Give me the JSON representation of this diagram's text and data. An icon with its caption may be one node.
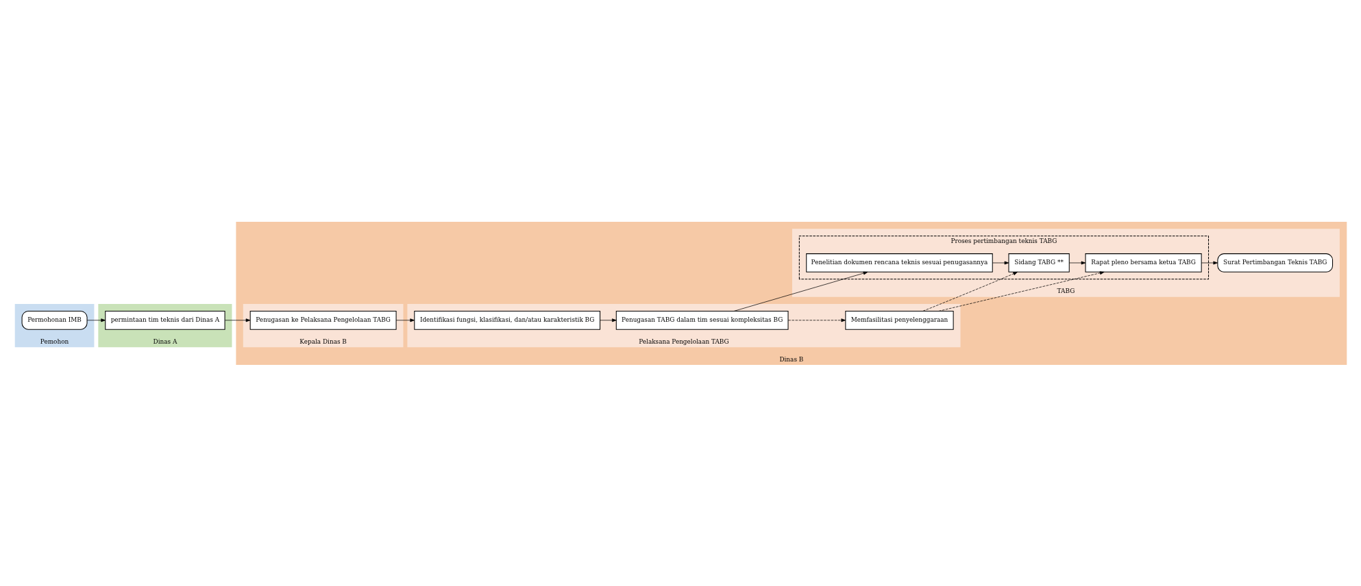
{
  "diagram": {
    "nodes": [
      {
        "text": [
          "Pemohon"
        ]
      },
      {
        "text": [
          "Permohonan IMB"
        ],
        "in": 0
      },
      {
        "text": [
          "Dinas A"
        ]
      },
      {
        "text": [
          "permintaan tim teknis dari Dinas A"
        ],
        "in": 2
      },
      {
        "text": [
          "Dinas B"
        ]
      },
      {
        "text": [
          "Kepala Dinas B"
        ],
        "in": 4
      },
      {
        "text": [
          "Penugasan ke Pelaksana Pengelolaan TABG"
        ],
        "in": 5
      },
      {
        "text": [
          "Pelaksana Pengelolaan TABG"
        ],
        "in": 4
      },
      {
        "text": [
          "Identifikasi fungsi, klasifikasi, dan/atau karakteristik BG"
        ],
        "in": 7
      },
      {
        "text": [
          "Penugasan TABG dalam tim sesuai kompleksitas BG"
        ],
        "in": 7
      },
      {
        "text": [
          "Memfasilitasi penyelenggaraan"
        ],
        "in": 7
      },
      {
        "text": [
          "TABG"
        ],
        "in": 4
      },
      {
        "text": [
          "Proses pertimbangan teknis TABG"
        ],
        "in": 11
      },
      {
        "text": [
          "Rapat pleno bersama ketua TABG"
        ],
        "in": 12
      },
      {
        "text": [
          "Sidang TABG **"
        ],
        "in": 12
      },
      {
        "text": [
          "Penelitian dokumen rencana teknis sesuai penugasannya"
        ],
        "in": 12
      },
      {
        "text": [
          "Surat Pertimbangan Teknis TABG"
        ],
        "in": 11
      }
    ],
    "edges": [
      {
        "from": 1,
        "to": 3,
        "arrow": "to"
      },
      {
        "from": 3,
        "to": 6,
        "arrow": "to"
      },
      {
        "from": 6,
        "to": 8,
        "arrow": "to"
      },
      {
        "from": 8,
        "to": 9,
        "arrow": "to"
      },
      {
        "from": 9,
        "to": 15,
        "arrow": "to"
      },
      {
        "from": 9,
        "to": 10,
        "arrow": "to",
        "style": "dashed"
      },
      {
        "from": 10,
        "to": 13,
        "arrow": "to",
        "style": "dashed"
      },
      {
        "from": 10,
        "to": 14,
        "arrow": "to",
        "style": "dashed"
      },
      {
        "from": 15,
        "to": 14,
        "arrow": "to"
      },
      {
        "from": 14,
        "to": 13,
        "arrow": "to"
      },
      {
        "from": 13,
        "to": 16,
        "arrow": "to"
      }
    ]
  }
}
